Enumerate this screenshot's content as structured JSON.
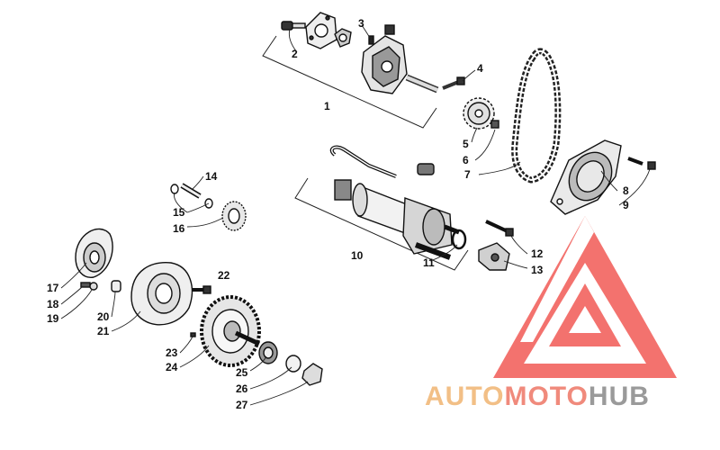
{
  "diagram": {
    "callouts": [
      "1",
      "2",
      "3",
      "4",
      "5",
      "6",
      "7",
      "8",
      "9",
      "10",
      "11",
      "12",
      "13",
      "14",
      "15",
      "16",
      "17",
      "18",
      "19",
      "20",
      "21",
      "22",
      "23",
      "24",
      "25",
      "26",
      "27"
    ]
  },
  "watermark": {
    "word_part_1": "AUTO",
    "word_part_2": "MOTO",
    "word_part_3": "HUB",
    "colors": {
      "auto": "#f2bf86",
      "moto": "#f08a7c",
      "hub": "#9a9a9a",
      "triangle": "#f15a55"
    }
  }
}
